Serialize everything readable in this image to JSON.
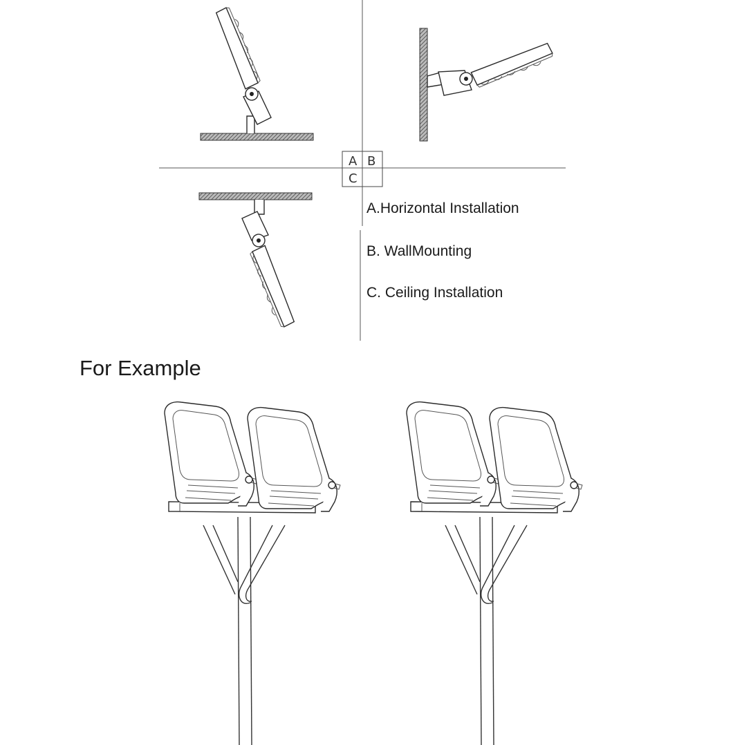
{
  "grid_labels": {
    "a": "A",
    "b": "B",
    "c": "C"
  },
  "legend": [
    {
      "key": "a",
      "text": "A.Horizontal  Installation"
    },
    {
      "key": "b",
      "text": "B. WallMounting"
    },
    {
      "key": "c",
      "text": "C. Ceiling  Installation"
    }
  ],
  "example_heading": "For Example"
}
